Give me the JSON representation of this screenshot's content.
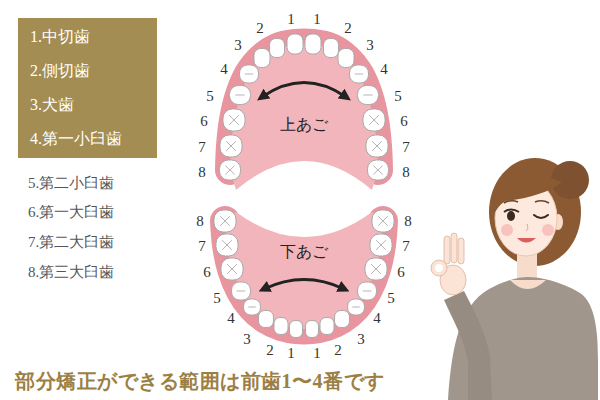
{
  "diagram": {
    "caption": "部分矯正ができる範囲は前歯1〜4番です",
    "nodes": [
      {
        "text": [
          "1.中切歯",
          "2.側切歯",
          "3.犬歯",
          "4.第一小臼歯"
        ]
      },
      {
        "text": [
          "上あご"
        ]
      },
      {
        "text": [
          "下あご"
        ]
      }
    ],
    "labels": [
      "5.第二小臼歯",
      "6.第一大臼歯",
      "7.第二大臼歯",
      "8.第三大臼歯",
      "1",
      "1",
      "2",
      "2",
      "3",
      "3",
      "4",
      "4",
      "5",
      "5",
      "6",
      "6",
      "7",
      "7",
      "8",
      "8",
      "8",
      "8",
      "7",
      "7",
      "6",
      "6",
      "5",
      "5",
      "4",
      "4",
      "3",
      "3",
      "2",
      "2",
      "1",
      "1"
    ]
  }
}
